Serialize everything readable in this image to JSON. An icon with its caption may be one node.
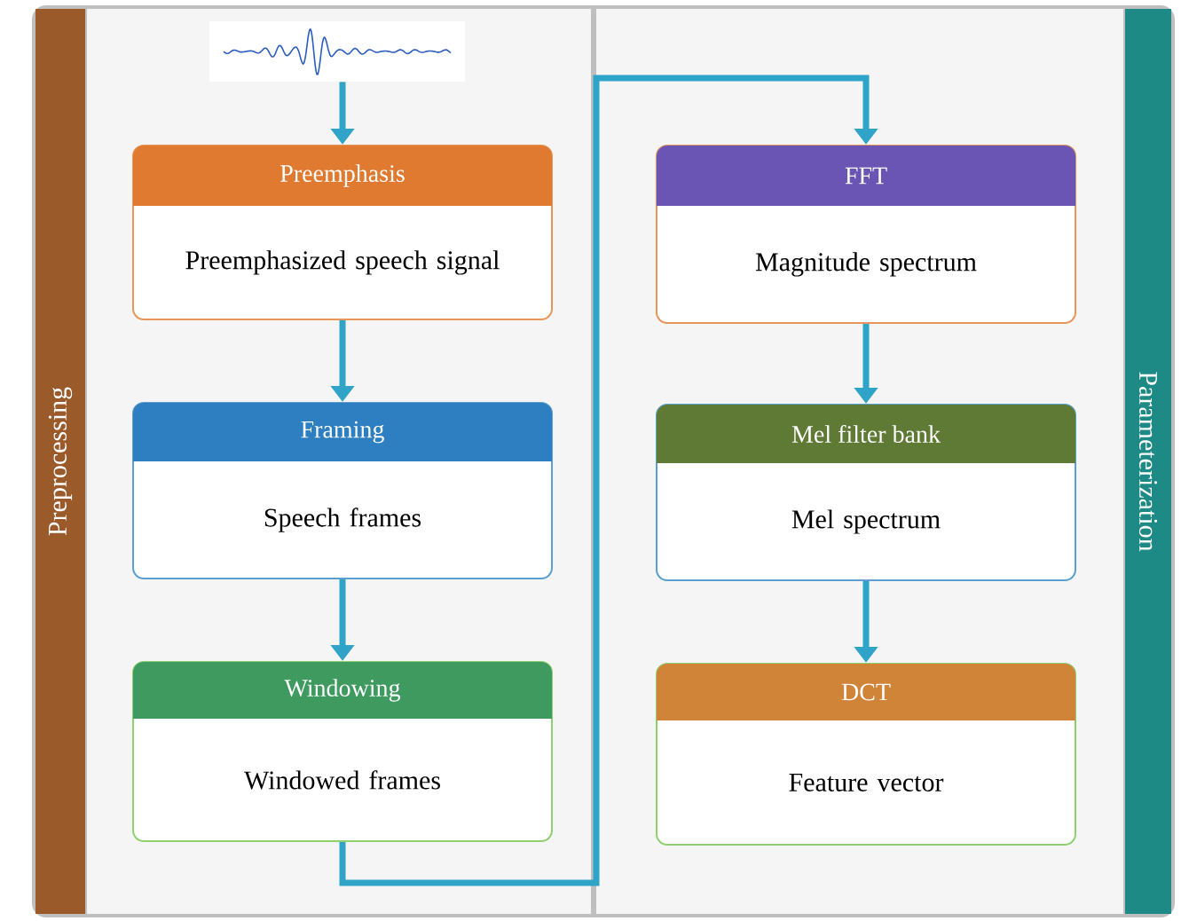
{
  "diagram": {
    "nodes": [
      {
        "text": [
          "Preprocessing"
        ]
      },
      {
        "text": [
          "Parameterization"
        ]
      },
      {
        "text": [],
        "shape": "picture"
      },
      {
        "text": [
          "Preemphasis",
          "Preemphasized speech signal"
        ]
      },
      {
        "text": [
          "Framing",
          "Speech frames"
        ]
      },
      {
        "text": [
          "Windowing",
          "Windowed frames"
        ]
      },
      {
        "text": [
          "FFT",
          "Magnitude spectrum"
        ]
      },
      {
        "text": [
          "Mel filter bank",
          "Mel spectrum"
        ]
      },
      {
        "text": [
          "DCT",
          "Feature vector"
        ]
      }
    ],
    "edges": [
      {
        "from": 2,
        "to": 3,
        "arrow": "to"
      },
      {
        "from": 3,
        "to": 4,
        "arrow": "to"
      },
      {
        "from": 4,
        "to": 5,
        "arrow": "to"
      },
      {
        "from": 5,
        "to": 6,
        "arrow": "to"
      },
      {
        "from": 6,
        "to": 7,
        "arrow": "to"
      },
      {
        "from": 7,
        "to": 8,
        "arrow": "to"
      }
    ]
  }
}
